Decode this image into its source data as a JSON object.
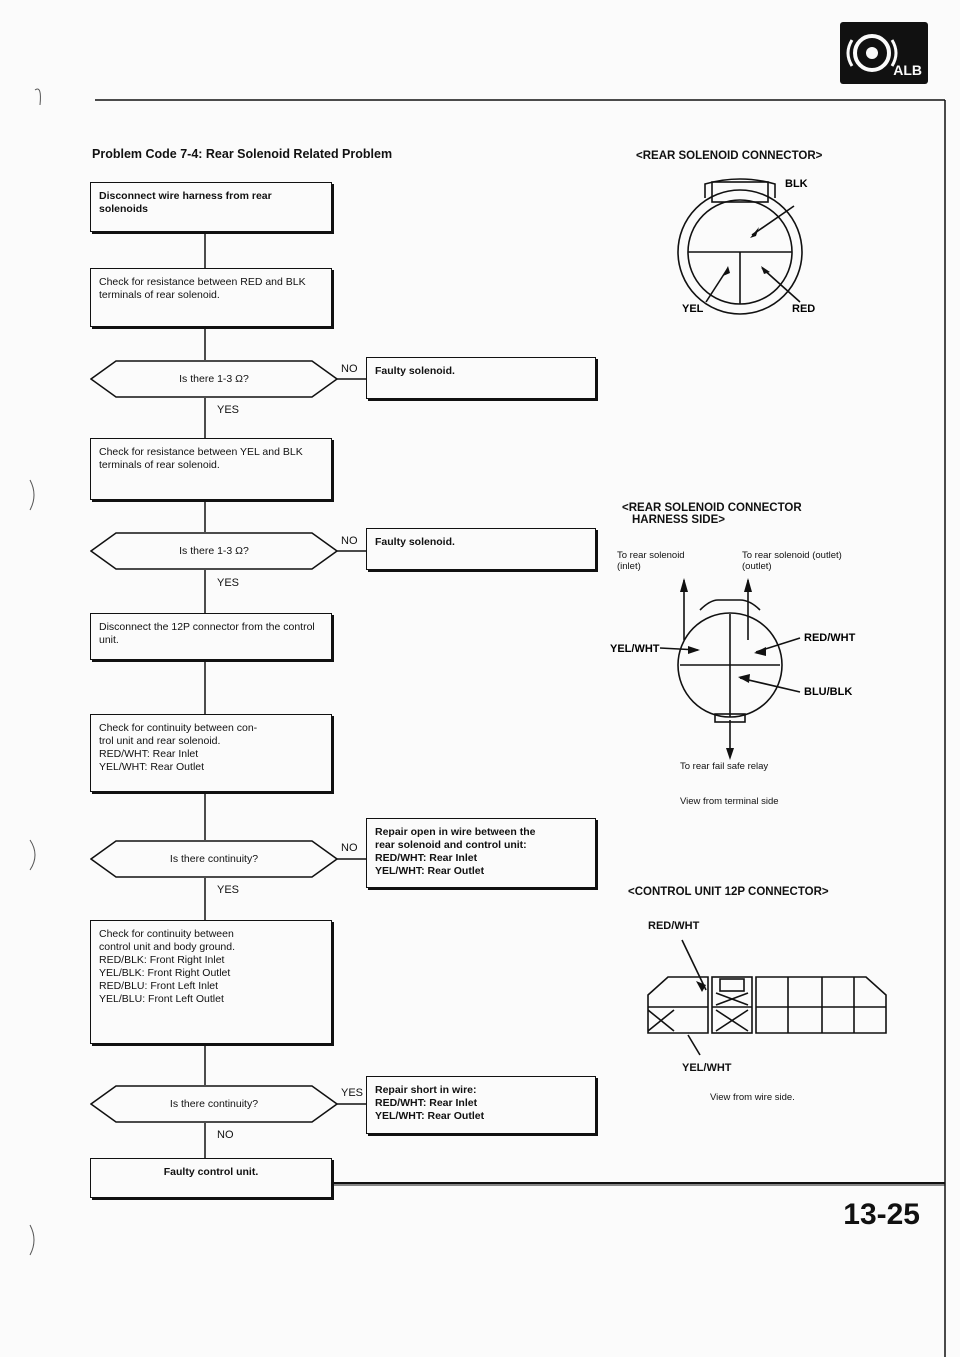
{
  "header": {
    "title": "Problem Code 7-4: Rear Solenoid Related Problem",
    "badge_text": "ALB"
  },
  "flow": {
    "step1": "Disconnect wire harness from rear solenoids",
    "step2": "Check for resistance between RED and BLK terminals of rear solenoid.",
    "q1": "Is there 1-3 Ω?",
    "q1_no": "NO",
    "q1_yes": "YES",
    "r1": "Faulty solenoid.",
    "step3": "Check for resistance between YEL and BLK terminals of rear solenoid.",
    "q2": "Is there 1-3 Ω?",
    "q2_no": "NO",
    "q2_yes": "YES",
    "r2": "Faulty solenoid.",
    "step4": "Disconnect the 12P connector from the control unit.",
    "step5_l1": "Check for continuity between con-",
    "step5_l2": "trol unit and rear solenoid.",
    "step5_l3": "RED/WHT: Rear Inlet",
    "step5_l4": "YEL/WHT: Rear Outlet",
    "q3": "Is there continuity?",
    "q3_no": "NO",
    "q3_yes": "YES",
    "r3_l1": "Repair open in wire between the",
    "r3_l2": "rear solenoid and control unit:",
    "r3_l3": "RED/WHT: Rear Inlet",
    "r3_l4": "YEL/WHT: Rear Outlet",
    "step6_l1": "Check for continuity between",
    "step6_l2": "control unit and body ground.",
    "step6_l3": "RED/BLK: Front Right Inlet",
    "step6_l4": "YEL/BLK: Front Right Outlet",
    "step6_l5": "RED/BLU: Front Left Inlet",
    "step6_l6": "YEL/BLU: Front Left Outlet",
    "q4": "Is there continuity?",
    "q4_yes": "YES",
    "q4_no": "NO",
    "r4_l1": "Repair short in wire:",
    "r4_l2": "RED/WHT: Rear Inlet",
    "r4_l3": "YEL/WHT: Rear Outlet",
    "r5": "Faulty control unit."
  },
  "diagrams": {
    "c1_title": "<REAR SOLENOID CONNECTOR>",
    "c1_blk": "BLK",
    "c1_yel": "YEL",
    "c1_red": "RED",
    "c2_title_l1": "<REAR SOLENOID CONNECTOR",
    "c2_title_l2": "HARNESS SIDE>",
    "c2_inlet_l1": "To rear solenoid",
    "c2_inlet_l2": "(inlet)",
    "c2_outlet_l1": "To rear solenoid (outlet)",
    "c2_outlet_l2": "(outlet)",
    "c2_yelwht": "YEL/WHT",
    "c2_redwht": "RED/WHT",
    "c2_blublk": "BLU/BLK",
    "c2_failsafe": "To rear fail safe relay",
    "c2_view": "View from terminal side",
    "c3_title": "<CONTROL UNIT 12P CONNECTOR>",
    "c3_redwht": "RED/WHT",
    "c3_yelwht": "YEL/WHT",
    "c3_view": "View from wire side."
  },
  "footer": {
    "page_number": "13-25"
  }
}
